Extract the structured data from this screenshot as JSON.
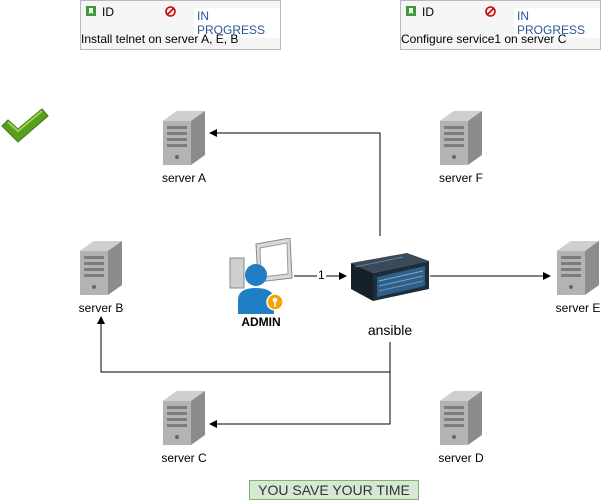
{
  "cards": [
    {
      "id_label": "ID",
      "status": "IN PROGRESS",
      "title": "Install telnet on server A, E, B"
    },
    {
      "id_label": "ID",
      "status": "IN PROGRESS",
      "title": "Configure service1 on server C"
    }
  ],
  "servers": {
    "a": "server A",
    "b": "server B",
    "c": "server C",
    "d": "server D",
    "e": "server E",
    "f": "server F"
  },
  "admin_label": "ADMIN",
  "ansible_label": "ansible",
  "edge_label": "1",
  "banner": "YOU SAVE YOUR TIME",
  "colors": {
    "status_text": "#2b5797",
    "banner_fill": "#d5e8d4",
    "banner_border": "#82b366",
    "check": "#5a9e1e",
    "id_icon": "#3a9c3a",
    "blocked": "#cc0000"
  }
}
